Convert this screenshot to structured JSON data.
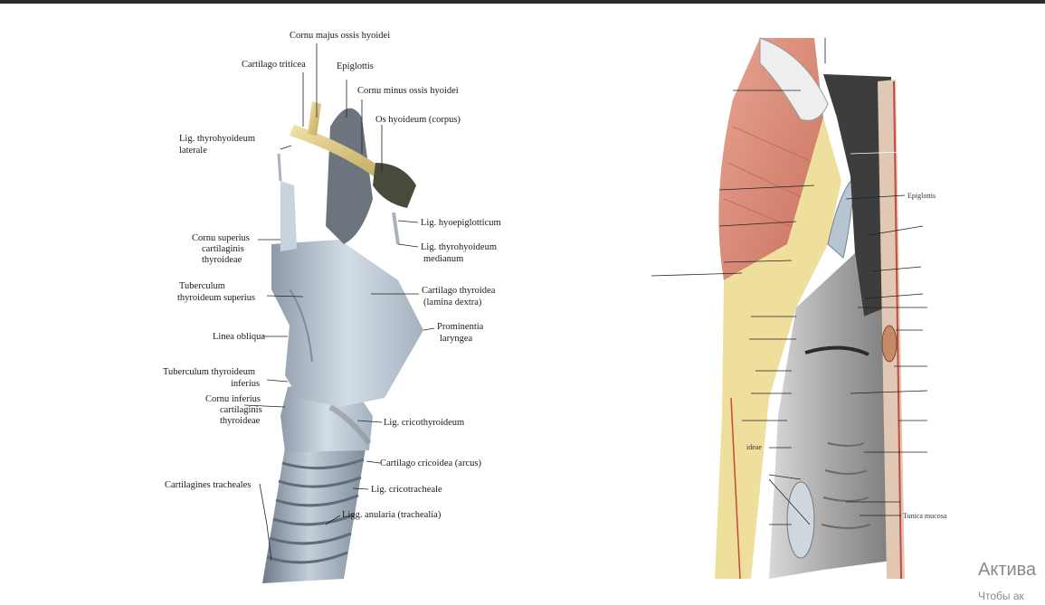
{
  "left_figure": {
    "labels": {
      "cornu_majus": "Cornu majus ossis hyoidei",
      "cartilago_triticea": "Cartilago triticea",
      "epiglottis": "Epiglottis",
      "cornu_minus": "Cornu minus ossis hyoidei",
      "os_hyoideum": "Os hyoideum (corpus)",
      "lig_thyrohyoideum_lat_1": "Lig. thyrohyoideum",
      "lig_thyrohyoideum_lat_2": "laterale",
      "lig_hyoepiglotticum": "Lig. hyoepiglotticum",
      "lig_thyrohyoideum_med_1": "Lig. thyrohyoideum",
      "lig_thyrohyoideum_med_2": "medianum",
      "cornu_superius_1": "Cornu superius",
      "cornu_superius_2": "cartilaginis",
      "cornu_superius_3": "thyroideae",
      "tuberculum_sup_1": "Tuberculum",
      "tuberculum_sup_2": "thyroideum superius",
      "cartilago_thyroidea_1": "Cartilago thyroidea",
      "cartilago_thyroidea_2": "(lamina dextra)",
      "prominentia_1": "Prominentia",
      "prominentia_2": "laryngea",
      "linea_obliqua": "Linea obliqua",
      "tuberculum_inf_1": "Tuberculum thyroideum",
      "tuberculum_inf_2": "inferius",
      "cornu_inferius_1": "Cornu inferius",
      "cornu_inferius_2": "cartilaginis",
      "cornu_inferius_3": "thyroideae",
      "lig_cricothyroideum": "Lig. cricothyroideum",
      "cartilago_cricoidea": "Cartilago cricoidea (arcus)",
      "cartilagines_tracheales": "Cartilagines tracheales",
      "lig_cricotracheale": "Lig. cricotracheale",
      "ligg_anularia": "Ligg. anularia (trachealia)"
    }
  },
  "right_figure": {
    "labels": {
      "epiglottis": "Epiglottis",
      "ideae": "ideae",
      "tunica_mucosa": "Tunica mucosa"
    }
  },
  "watermark": {
    "title": "Актива",
    "subtitle": "Чтобы ак"
  },
  "colors": {
    "cartilage": "#b9c6d3",
    "bone": "#e2d08a",
    "muscle": "#d98a78",
    "fat": "#efe3a6",
    "mucosa": "#8c8c8c"
  }
}
